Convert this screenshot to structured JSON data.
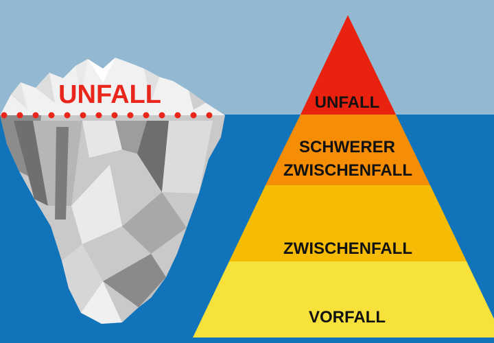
{
  "colors": {
    "sky": "#92b9d1",
    "sea": "#1174bb",
    "iceberg_label": "#e8261c",
    "waterline_dots": "#e8261c",
    "pyramid_top": "#e8220f",
    "pyramid_level2": "#f58d05",
    "pyramid_level3": "#f6bc05",
    "pyramid_base": "#f7e23c",
    "label_text": "#111111"
  },
  "iceberg": {
    "label": "UNFALL"
  },
  "pyramid": {
    "levels": [
      {
        "lines": [
          "UNFALL"
        ]
      },
      {
        "lines": [
          "SCHWERER",
          "ZWISCHENFALL"
        ]
      },
      {
        "lines": [
          "ZWISCHENFALL"
        ]
      },
      {
        "lines": [
          "VORFALL"
        ]
      }
    ]
  }
}
